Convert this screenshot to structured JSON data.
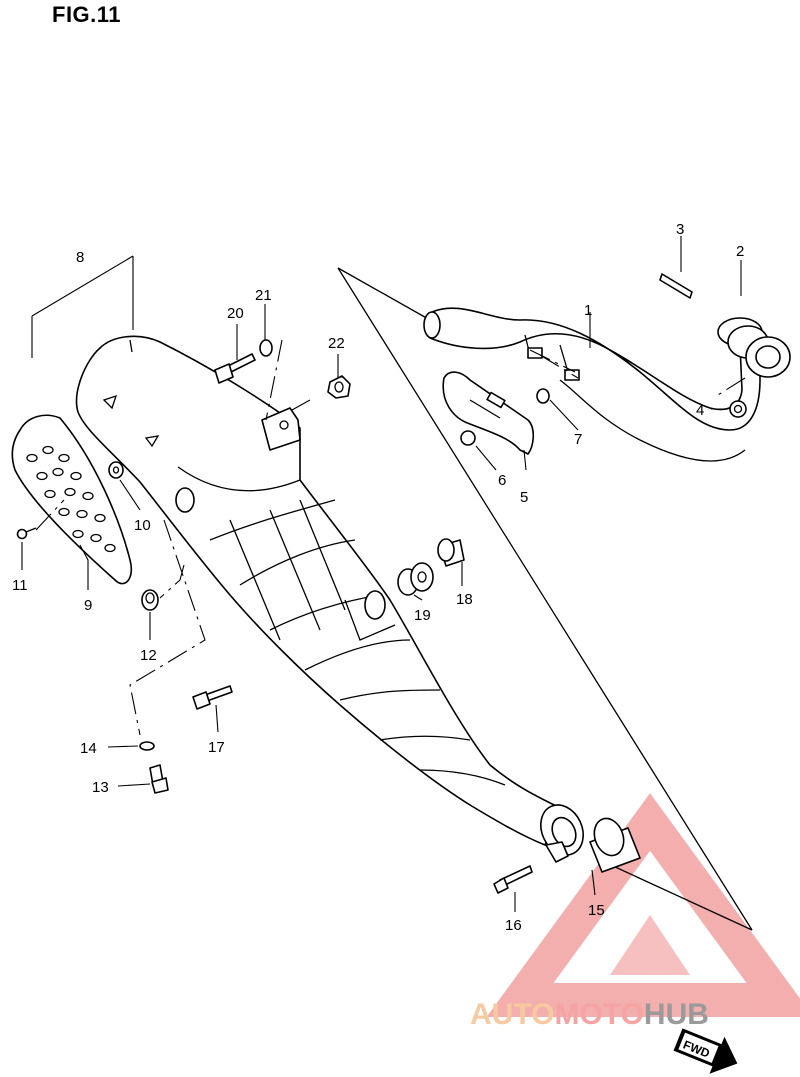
{
  "figure": {
    "title": "FIG.11"
  },
  "callouts": [
    {
      "id": "c1",
      "label": "1"
    },
    {
      "id": "c2",
      "label": "2"
    },
    {
      "id": "c3",
      "label": "3"
    },
    {
      "id": "c4",
      "label": "4"
    },
    {
      "id": "c5",
      "label": "5"
    },
    {
      "id": "c6",
      "label": "6"
    },
    {
      "id": "c7",
      "label": "7"
    },
    {
      "id": "c8",
      "label": "8"
    },
    {
      "id": "c9",
      "label": "9"
    },
    {
      "id": "c10",
      "label": "10"
    },
    {
      "id": "c11",
      "label": "11"
    },
    {
      "id": "c12",
      "label": "12"
    },
    {
      "id": "c13",
      "label": "13"
    },
    {
      "id": "c14",
      "label": "14"
    },
    {
      "id": "c15",
      "label": "15"
    },
    {
      "id": "c16",
      "label": "16"
    },
    {
      "id": "c17",
      "label": "17"
    },
    {
      "id": "c18",
      "label": "18"
    },
    {
      "id": "c19",
      "label": "19"
    },
    {
      "id": "c20",
      "label": "20"
    },
    {
      "id": "c21",
      "label": "21"
    },
    {
      "id": "c22",
      "label": "22"
    }
  ],
  "watermark": {
    "part1": "AUTO",
    "part2": "MOTO",
    "part3": "HUB",
    "colors": [
      "#f7c9a0",
      "#f6a3a3",
      "#9a9a9a"
    ]
  },
  "direction_badge": {
    "label": "FWD"
  }
}
